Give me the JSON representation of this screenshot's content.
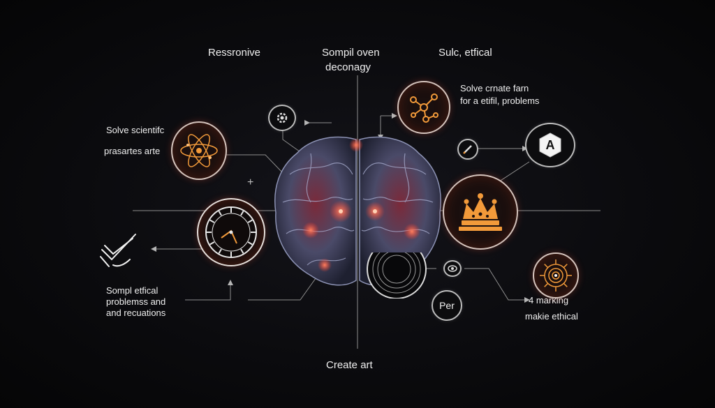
{
  "labels": {
    "top_left": "Ressronive",
    "top_center_1": "Sompil oven",
    "top_center_2": "deconagy",
    "top_right": "Sulc, etfical",
    "right_top_1": "Solve crnate farn",
    "right_top_2": "for a etifil, problems",
    "left_top_1": "Solve scientifc",
    "left_top_2": "prasartes arte",
    "left_bottom_1": "Sompl etfical",
    "left_bottom_2": "problemss and",
    "left_bottom_3": "and recuations",
    "right_bottom_1": "4 marking",
    "right_bottom_2": "makie ethical",
    "bottom_center": "Create art",
    "node_per": "Per",
    "node_letter": "A"
  },
  "icons": {
    "atom": "atom-icon",
    "gear": "gear-icon",
    "molecule": "molecule-icon",
    "pen": "pen-icon",
    "hexagon": "hexagon-letter-icon",
    "crown": "crown-icon",
    "dial": "dial-icon",
    "checkmark": "checkmark-icon",
    "record": "vinyl-icon",
    "eye": "eye-icon",
    "mandala": "mandala-icon",
    "brain": "brain-icon"
  },
  "colors": {
    "background": "#0b0b0e",
    "accent_orange": "#f29a3a",
    "node_border": "#d4c4bd",
    "brain_glow": "#ff3a2a",
    "line": "#9a9a9a"
  }
}
